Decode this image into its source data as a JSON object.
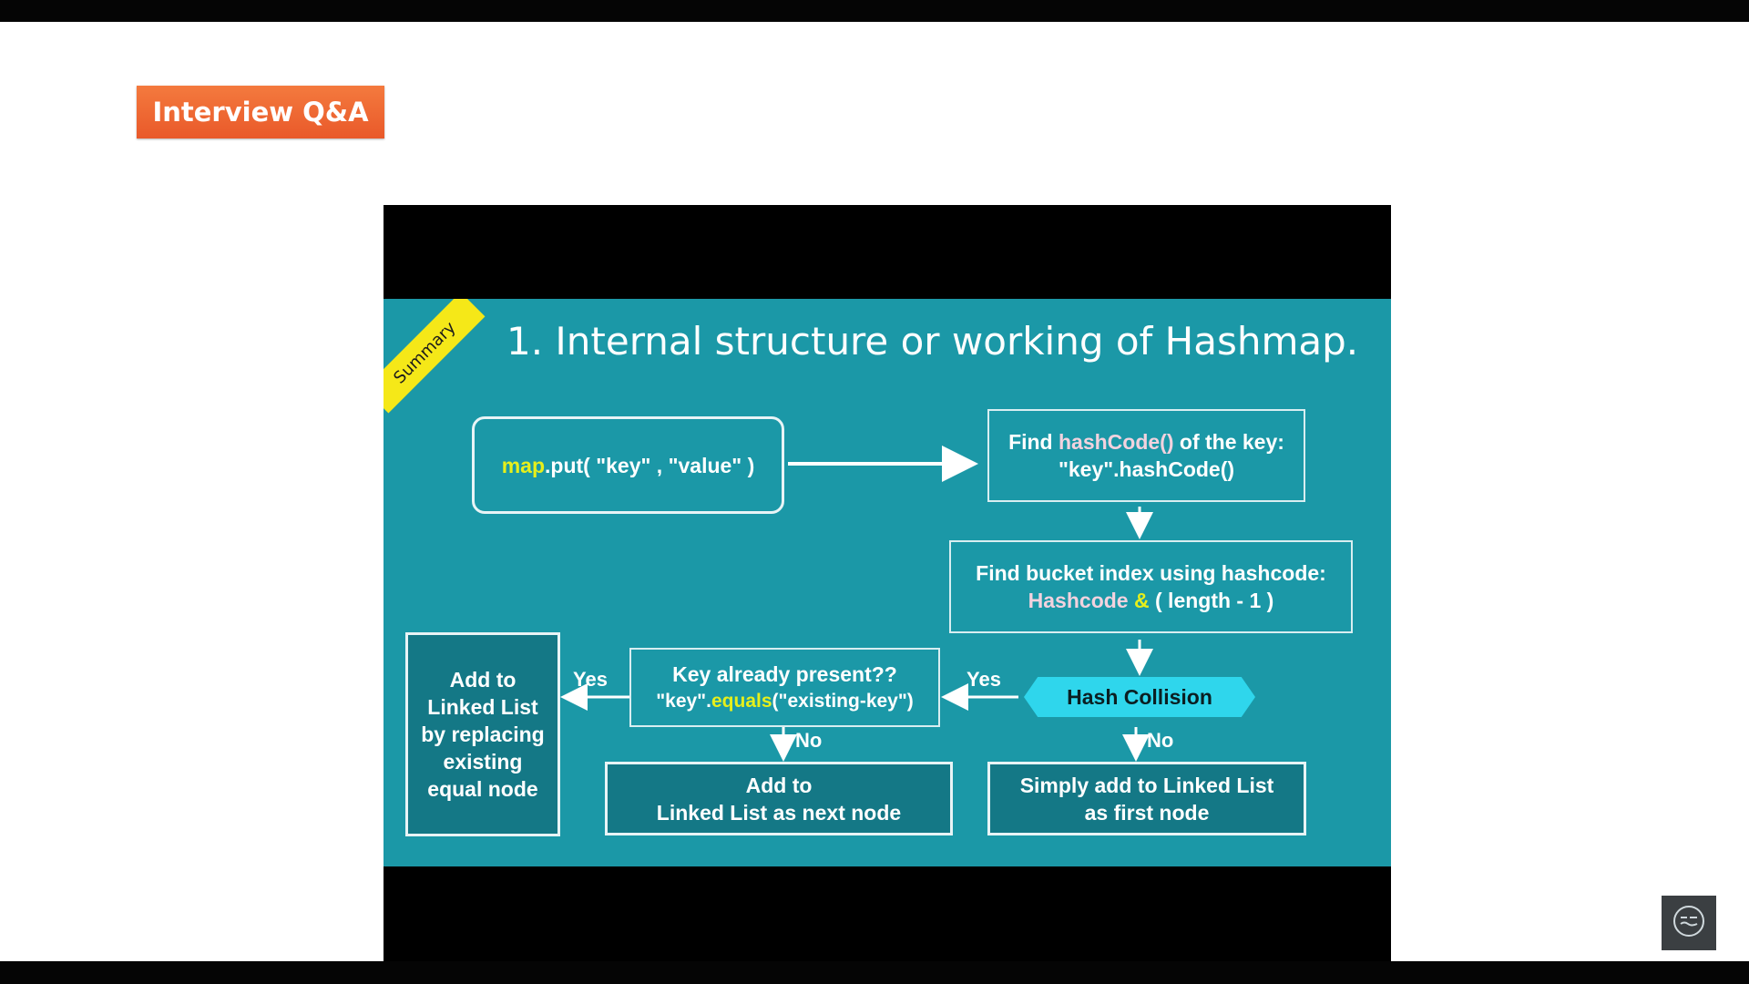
{
  "header": {
    "tag": "Interview Q&A"
  },
  "slide": {
    "ribbon": "Summary",
    "title": "1.  Internal structure or working of Hashmap.",
    "put_box": {
      "prefix": "map",
      "rest": ".put( \"key\" , \"value\" )"
    },
    "hash_box": {
      "find": "Find ",
      "hashcode": "hashCode()",
      "rest": " of the key:",
      "line2": "\"key\".hashCode()"
    },
    "bucket_box": {
      "line1": "Find bucket index using hashcode:",
      "hashcode": "Hashcode ",
      "amp": "&",
      "rest": " ( length - 1 )"
    },
    "collision": "Hash Collision",
    "key_box": {
      "line1": "Key already present??",
      "key": "\"key\".",
      "equals": "equals",
      "rest": "(\"existing-key\")"
    },
    "replace_box": "Add to Linked List by replacing existing equal node",
    "next_box": {
      "line1": "Add to",
      "line2": "Linked List as next node"
    },
    "first_box": {
      "line1": "Simply add to Linked List",
      "line2": "as first node"
    },
    "labels": {
      "yes": "Yes",
      "no": "No"
    }
  },
  "icons": {
    "captions": "captions-icon"
  },
  "colors": {
    "tag": "#e9592a",
    "slide": "#1b98a7",
    "ribbon": "#f5e818",
    "collision": "#2fd6ec",
    "highlight": "#e6ef1b"
  }
}
